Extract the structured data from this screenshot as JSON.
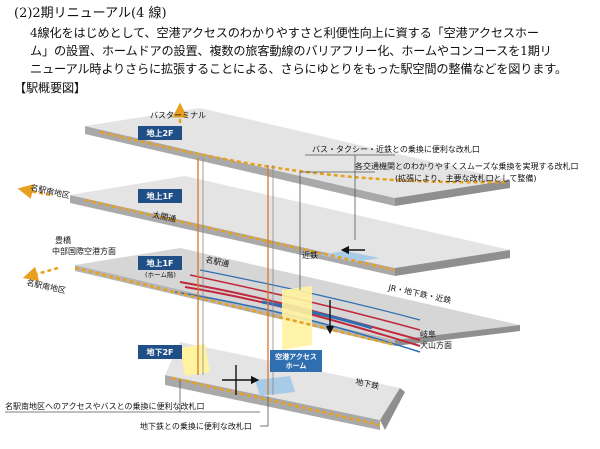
{
  "header": {
    "section_title": "(2)2期リニューアル(4 線)",
    "paragraph_lines": [
      "4線化をはじめとして、空港アクセスのわかりやすさと利便性向上に資する「空港アクセスホー",
      "ム」の設置、ホームドアの設置、複数の旅客動線のバリアフリー化、ホームやコンコースを1期リ",
      "ニューアル時よりさらに拡張することによる、さらにゆとりをもった駅空間の整備などを図ります。"
    ],
    "figure_caption": "【駅概要図】"
  },
  "diagram": {
    "floor_tags": {
      "f2": "地上2F",
      "f1": "地上1F",
      "f1_home": "地上1F",
      "f1_home_sub": "(ホーム階)",
      "b2": "地下2F"
    },
    "place_labels": {
      "bus_terminal": "バスターミナル",
      "meieki_nan_top": "名駅南地区",
      "taiko_dori": "太閤通",
      "meieki_dori": "名駅通",
      "toyohashi": "豊橋",
      "chubu_airport": "中部国際空港方面",
      "meieki_nan_mid": "名駅南地区",
      "kintetsu": "近鉄",
      "jr_subway_kintetsu": "JR・地下鉄・近鉄",
      "gifu": "岐阜",
      "inuyama": "犬山方面",
      "subway": "地下鉄",
      "airport_home_line1": "空港アクセス",
      "airport_home_line2": "ホーム"
    },
    "callouts": {
      "bus_taxi": "バス・タクシー・近鉄との乗換に便利な改札口",
      "transfer_line1": "各交通機関とのわかりやすくスムーズな乗換を実現する改札口",
      "transfer_line2": "(拡張により、主要な改札口として整備)",
      "meieki_nan_access": "名駅南地区へのアクセスやバスとの乗換に便利な改札口",
      "subway_transfer": "地下鉄との乗換に便利な改札口"
    },
    "colors": {
      "floor_top": "#e4e4e4",
      "floor_side": "#a9a9a9",
      "route": "#e8a020",
      "track_red": "#c0283c",
      "track_blue": "#2f6fb0",
      "gate_yellow": "#fff3a0",
      "gate_blue": "#a8cbe8",
      "tag_bg": "#1f4f86",
      "pillar": "#d9772b"
    }
  }
}
